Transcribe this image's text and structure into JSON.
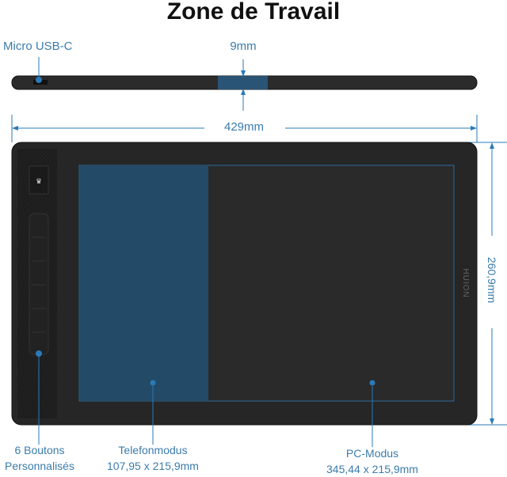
{
  "title": "Zone de Travail",
  "labels": {
    "usb": "Micro USB-C",
    "thickness": "9mm",
    "width": "429mm",
    "height": "260,9mm",
    "buttons_line1": "6 Boutons",
    "buttons_line2": "Personnalisés",
    "phone_line1": "Telefonmodus",
    "phone_line2": "107,95 x 215,9mm",
    "pc_line1": "PC-Modus",
    "pc_line2": "345,44 x 215,9mm"
  },
  "logo": "HUION",
  "colors": {
    "accent": "#2a7ab8",
    "tablet": "#2a2a2a",
    "phone_area": "#234a66"
  }
}
